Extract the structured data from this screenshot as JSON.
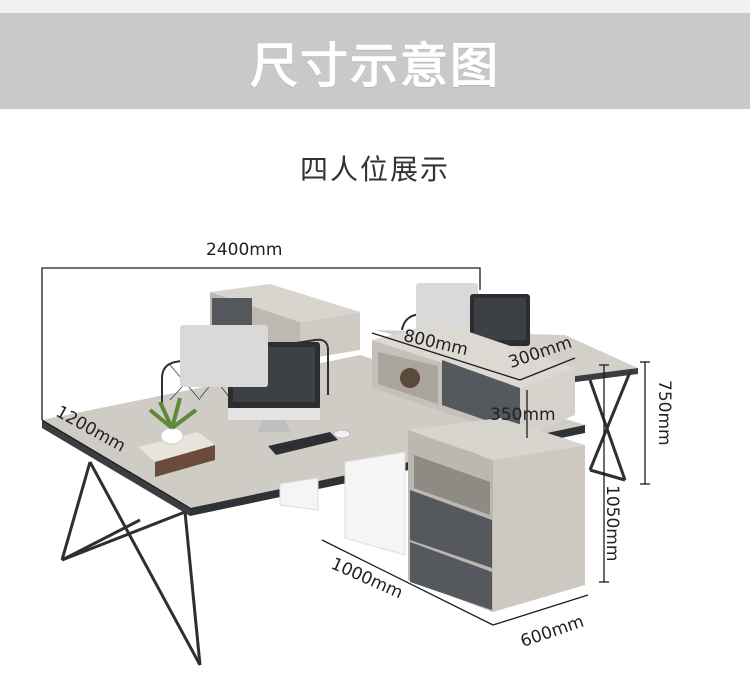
{
  "banner": {
    "title": "尺寸示意图"
  },
  "subtitle": "四人位展示",
  "dimensions": {
    "total_width": "2400mm",
    "desk_depth": "1200mm",
    "hutch_width": "800mm",
    "hutch_depth": "300mm",
    "hutch_height": "350mm",
    "desk_height": "750mm",
    "overall_height": "1050mm",
    "cabinet_length": "1000mm",
    "cabinet_depth": "600mm"
  },
  "colors": {
    "banner_bg": "#c9c9c9",
    "desktop": "#cfccc6",
    "frame": "#3a3d42",
    "panel_dark": "#55585d"
  }
}
